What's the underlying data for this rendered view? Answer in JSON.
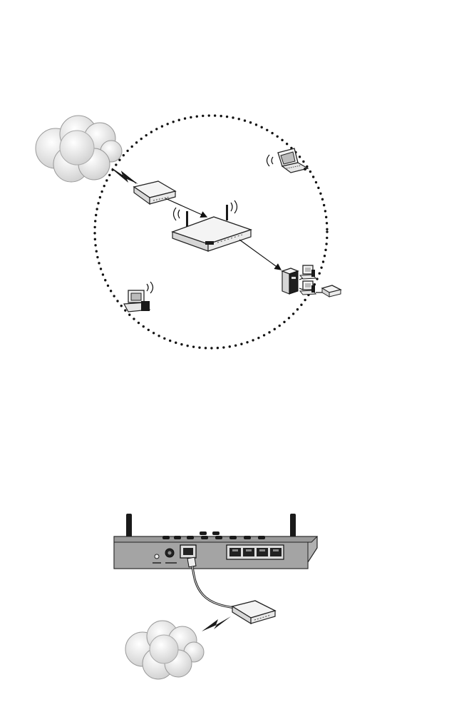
{
  "diagrams": [
    {
      "id": "wireless-network-overview",
      "nodes": [
        "internet-cloud",
        "broadband-modem",
        "wireless-router",
        "wireless-laptop",
        "wireless-desktop",
        "wired-pc-server",
        "wired-workstation-1",
        "wired-workstation-2",
        "wired-printer"
      ],
      "connections": [
        {
          "from": "internet-cloud",
          "to": "broadband-modem",
          "style": "lightning"
        },
        {
          "from": "broadband-modem",
          "to": "wireless-router",
          "style": "arrow"
        },
        {
          "from": "wireless-router",
          "to": "wired-pc-server",
          "style": "arrow"
        }
      ],
      "wireless_range": "dotted-circle"
    },
    {
      "id": "router-rear-panel-connection",
      "nodes": [
        "router-rear-panel",
        "wan-port",
        "lan-port-1",
        "lan-port-2",
        "lan-port-3",
        "lan-port-4",
        "broadband-modem",
        "internet-cloud"
      ],
      "connections": [
        {
          "from": "wan-port",
          "to": "broadband-modem",
          "style": "cable"
        },
        {
          "from": "broadband-modem",
          "to": "internet-cloud",
          "style": "lightning"
        }
      ]
    }
  ],
  "colors": {
    "outline": "#1a1a1a",
    "cloud": "#e4e4e4",
    "device": "#f4f4f4"
  }
}
